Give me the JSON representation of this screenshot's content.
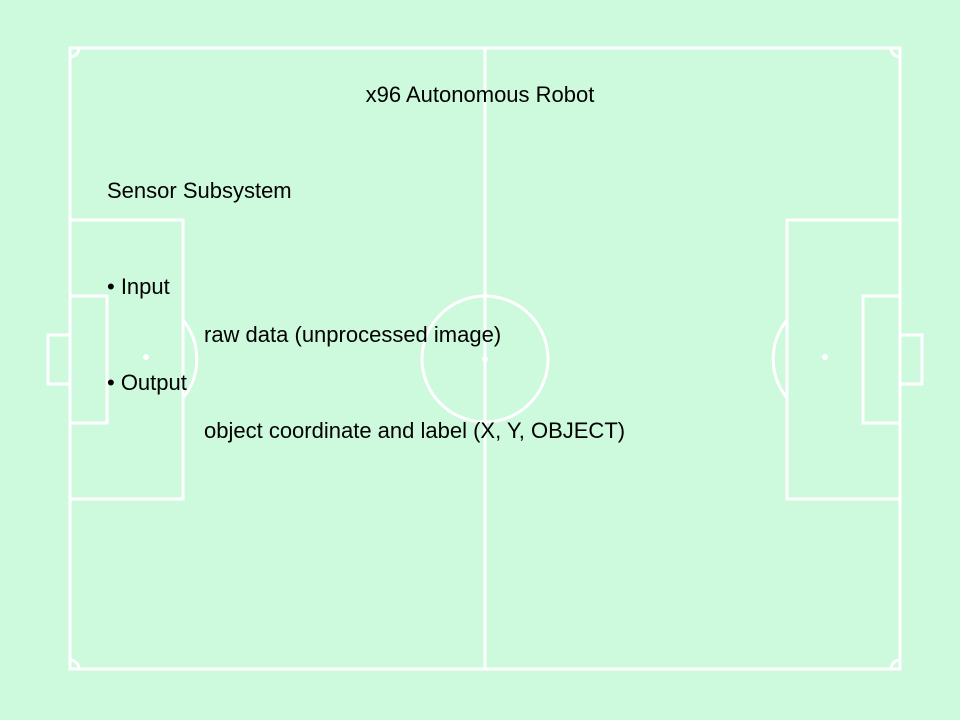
{
  "slide": {
    "title": "x96 Autonomous Robot",
    "subtitle": "Sensor Subsystem",
    "items": [
      {
        "bullet": "• Input",
        "detail": "raw data (unprocessed image)"
      },
      {
        "bullet": "• Output",
        "detail": "object coordinate and label (X, Y, OBJECT)"
      }
    ]
  },
  "colors": {
    "background": "#cdf9dc",
    "field_lines": "#ffffff",
    "text": "#000000"
  }
}
